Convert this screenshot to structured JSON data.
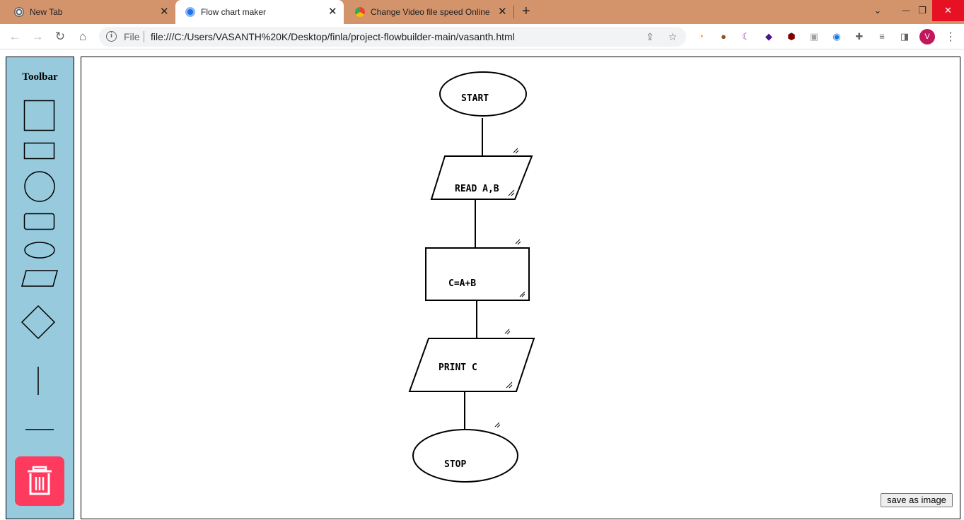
{
  "browser": {
    "tabs": [
      {
        "title": "New Tab",
        "icon": "chrome-icon",
        "active": false
      },
      {
        "title": "Flow chart maker",
        "icon": "page-icon",
        "active": true
      },
      {
        "title": "Change Video file speed Online –",
        "icon": "site-icon",
        "active": false
      }
    ],
    "new_tab_symbol": "+",
    "window_controls": {
      "tab_search": "⌄",
      "minimize": "—",
      "restore": "❐",
      "close": "✕"
    },
    "address": {
      "scheme_label": "File",
      "url": "file:///C:/Users/VASANTH%20K/Desktop/finla/project-flowbuilder-main/vasanth.html"
    },
    "profile_initial": "V",
    "extensions": [
      "pie-icon",
      "cookie-icon",
      "moon-icon",
      "layers-icon",
      "ublock-icon",
      "person-icon",
      "record-icon",
      "puzzle-icon",
      "media-icon",
      "sidepanel-icon"
    ]
  },
  "app": {
    "toolbar_title": "Toolbar",
    "tools": [
      "square-tool",
      "rectangle-tool",
      "circle-tool",
      "rounded-rect-tool",
      "ellipse-tool",
      "parallelogram-tool",
      "diamond-tool",
      "vertical-line-tool",
      "horizontal-line-tool"
    ],
    "save_label": "save as image",
    "flowchart": {
      "nodes": [
        {
          "id": "start",
          "shape": "ellipse",
          "label": "START"
        },
        {
          "id": "read",
          "shape": "parallelogram",
          "label": "READ A,B"
        },
        {
          "id": "process",
          "shape": "rectangle",
          "label": "C=A+B"
        },
        {
          "id": "print",
          "shape": "parallelogram",
          "label": "PRINT C"
        },
        {
          "id": "stop",
          "shape": "ellipse",
          "label": "STOP"
        }
      ]
    }
  },
  "colors": {
    "tab_strip": "#d3946c",
    "sidebar": "#96cadc",
    "delete_button": "#ff3a5f",
    "close_button": "#e81123",
    "profile": "#c2185b"
  }
}
